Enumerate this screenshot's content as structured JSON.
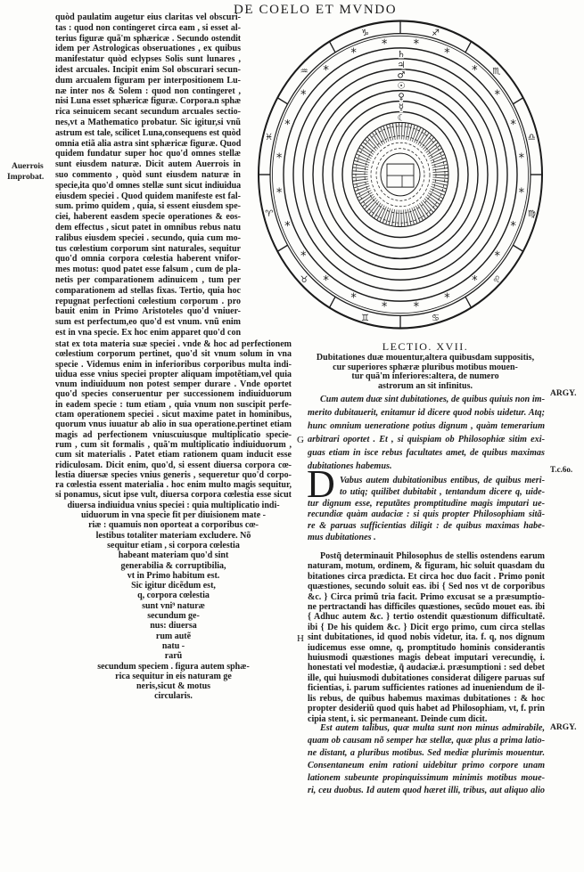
{
  "header": {
    "running_title": "DE COELO ET MVNDO"
  },
  "margin_notes": {
    "averroes": "Auerrois",
    "improbat": "Improbat.",
    "argy_1": "ARGY.",
    "letter_g": "G",
    "text_ref": "T.c.6o.",
    "letter_h": "H",
    "argy_2": "ARGY."
  },
  "left_column": {
    "lines_top": [
      "quòd paulatim augetur eius claritas vel obscuri-",
      "tas : quod non contingeret circa eam , si esset al-",
      "terius figuræ quã'm sphæricæ . Secundo ostendit",
      "idem per Astrologicas obseruationes , ex quibus",
      "manifestatur quòd eclypses Solis sunt lunares ,",
      "idest arcuales. Incipit enim Sol obscurari secun-",
      "dum arcualem figuram per interpositionem Lu-",
      "næ inter nos & Solem : quod non contingeret ,",
      "nisi Luna esset sphæricæ figuræ. Corpora.n sphæ",
      "rica seinuicem secant secundum arcuales sectio-",
      "nes,vt a Mathematico probatur. Sic igitur,si vnũ",
      "astrum est tale, scilicet Luna,consequens est quòd",
      "omnia etiã alia astra sint sphæricæ figuræ. Quod",
      "quidem fundatur super hoc quo'd omnes stellæ",
      "sunt eiusdem naturæ. Dicit autem Auerrois in",
      "suo commento , quòd sunt eiusdem naturæ in",
      "specie,ita quo'd omnes stellæ sunt sicut indiuidua",
      "eiusdem speciei . Quod quidem manifeste est fal-",
      "sum. primo quidem , quia, si essent eiusdem spe-",
      "ciei, haberent easdem specie operationes & eos-",
      "dem effectus , sicut patet in omnibus rebus natu",
      "ralibus eiusdem speciei . secundo, quia cum mo-",
      "tus cœlestium corporum sint naturales, sequitur",
      "quo'd omnia corpora cœlestia haberent vnifor-",
      "mes motus: quod patet esse falsum , cum de pla-",
      "netis per comparationem adinuicem , tum per",
      "comparationem ad stellas fixas. Tertio, quia hoc",
      "repugnat perfectioni cœlestium corporum . pro",
      "bauit enim in Primo Aristoteles quo'd vniuer-",
      "sum est perfectum,eo quo'd est vnum. vnũ enim",
      "est in vna specie. Ex hoc enim apparet quo'd con"
    ],
    "lines_wide": [
      "stat ex tota materia suæ speciei . vnde & hoc ad perfectionem",
      "cœlestium corporum pertinet, quo'd sit vnum solum in vna",
      "specie . Videmus enim in inferioribus corporibus multa indi-",
      "uidua esse vnius speciei propter aliquam impotẽtiam,vel quia",
      "vnum indiuiduum non potest semper durare . Vnde oportet",
      "quo'd species conseruentur per successionem indiuiduorum",
      "in eadem specie : tum etiam , quia vnum non suscipit perfe-",
      "ctam operationem speciei . sicut maxime patet in hominibus,",
      "quorum vnus iuuatur ab alio in sua operatione.pertinet etiam",
      "magis ad perfectionem vniuscuiusque multiplicatio specie-",
      "rum , cum sit formalis , quã'm multiplicatio indiuiduorum ,",
      "cum sit materialis . Patet etiam rationem quam inducit esse",
      "ridiculosam. Dicit enim, quo'd, si essent diuersa corpora cœ-",
      "lestia diuersæ species vnius generis , sequeretur quo'd corpo-",
      "ra cœlestia essent materialia . hoc enim multo magis sequitur,",
      "si ponamus, sicut ipse vult, diuersa corpora cœlestia esse sicut"
    ],
    "lines_taper": [
      "diuersa indiuidua vnius speciei : quia multiplicatio indi-",
      "uiduorum in vna specie fit per diuisionem mate -",
      "riæ : quamuis non oporteat a corporibus cœ-",
      "lestibus totaliter materiam excludere. Nõ",
      "sequitur etiam , si corpora cœlestia",
      "habeant materiam quo'd sint",
      "generabilia & corruptibilia,",
      "vt in Primo habitum est.",
      "Sic igitur dicẽdum est,",
      "q, corpora cœlestia",
      "sunt vni⁹ naturæ",
      "secundum ge-",
      "nus: diuersa",
      "rum autẽ",
      "natu -",
      "rarũ",
      "secundum speciem . figura autem sphæ-",
      "rica sequitur in eis naturam ge",
      "neris,sicut & motus",
      "circularis."
    ]
  },
  "lectio": {
    "title": "LECTIO. XVII.",
    "summary": [
      "Dubitationes duæ mouentur,altera quibusdam suppositis,",
      "cur superiores sphæræ pluribus motibus mouen-",
      "tur quã'm inferiores:altera, de numero",
      "astrorum an sit infinitus."
    ]
  },
  "right_column": {
    "argument_1": [
      "Cum autem duæ sint dubitationes, de quibus quiuis non im-",
      "merito dubitauerit, enitamur id dicere quod nobis uidetur. Atq;",
      "hunc omnium ueneratione potius dignum , quàm temerarium",
      "arbitrari oportet . Et , si quispiam ob Philosophiæ sitim exi-",
      "guas etiam in isce rebus facultates amet, de quibus maximas",
      "dubitationes habemus."
    ],
    "text_d": {
      "drop_cap": "D",
      "lines": [
        "Vabus autem dubitationibus entibus, de quibus meri-",
        "to utiq; quilibet dubitabit , tentandum dicere q, uide-",
        "tur dignum esse, reputãtes promptitudine magis imputari ue-",
        "recundiæ quàm audaciæ : si quis propter Philosophiam sitã-",
        "re & paruas sufficientias diligit : de quibus maximas habe-",
        "mus dubitationes ."
      ]
    },
    "commentary": [
      "Postq̃ determinauit Philosophus de stellis ostendens earum",
      "naturam, motum, ordinem, & figuram, hic soluit quasdam du",
      "bitationes circa prædicta. Et circa hoc duo facit . Primo ponit",
      "quæstiones, secundo soluit eas. ibi { Sed nos vt de corporibus",
      "&c. } Circa primũ tria facit. Primo excusat se a præsumptio-",
      "ne pertractandi has difficiles quæstiones, secũdo mouet eas. ibi",
      "{ Adhuc autem &c. } tertio ostendit quæstionum difficultatẽ.",
      "ibi { De his quidem &c. } Dicit ergo primo, cum circa stellas",
      "sint dubitationes, id quod nobis videtur, ita. f. q, nos dignum",
      "iudicemus esse omne, q, promptitudo hominis considerantis",
      "huiusmodi quæstiones magis debeat imputari verecundię, i.",
      "honestati vel modestiæ, q̃ audaciæ.i. præsumptioni : sed debet",
      "ille, qui huiusmodi dubitationes considerat diligere paruas suf",
      "ficientias, i. parum sufficientes rationes ad inueniendum de il-",
      "lis rebus, de quibus habemus maximas dubitationes : & hoc",
      "propter desideriũ quod quis habet ad Philosophiam, vt, f. prin",
      "cipia stent, i. sic permaneant.     Deinde cum dicit."
    ],
    "argument_2": [
      "Est autem talibus, quæ multa sunt non minus admirabile,",
      "quam ob causam nõ semper hæ stellæ, quæ plus a prima latio-",
      "ne distant, a pluribus motibus. Sed mediæ plurimis mouentur.",
      "Consentaneum enim rationi uidebitur primo corpore unam",
      "lationem subeunte propinquissimum minimis motibus moue-",
      "ri, ceu duobus. Id autem quod hæret illi, tribus, aut aliquo alio"
    ]
  },
  "diagram": {
    "planets": [
      "♄",
      "♃",
      "♂",
      "☉",
      "♀",
      "☿",
      "☾"
    ],
    "zodiac": [
      "♐",
      "♏",
      "♎",
      "♍",
      "♌",
      "♋",
      "♊",
      "♉",
      "♈",
      "♓",
      "♒",
      "♑"
    ],
    "star": "*",
    "ink_color": "#1b1b1b",
    "paper_color": "#fdfdfb"
  }
}
